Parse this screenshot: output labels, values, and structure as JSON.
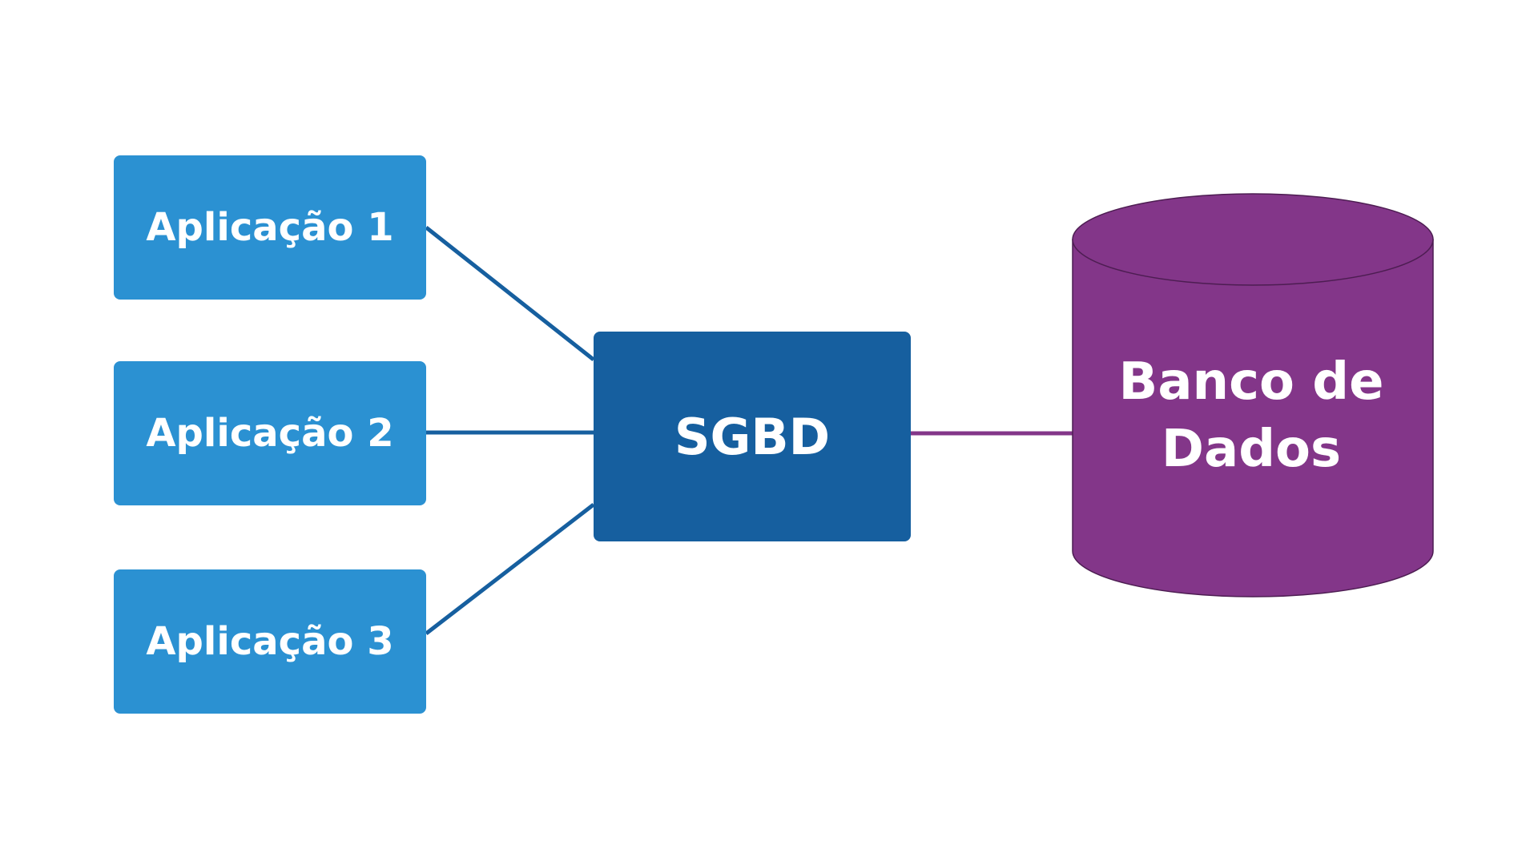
{
  "diagram": {
    "applications": [
      {
        "label": "Aplicação 1"
      },
      {
        "label": "Aplicação 2"
      },
      {
        "label": "Aplicação 3"
      }
    ],
    "sgbd": {
      "label": "SGBD"
    },
    "database": {
      "label_line1": "Banco de",
      "label_line2": "Dados"
    }
  },
  "colors": {
    "application_box": "#2b91d2",
    "sgbd_box": "#165f9f",
    "database_cylinder": "#833689",
    "blue_connector": "#165f9f",
    "purple_connector": "#833689",
    "text": "#ffffff"
  }
}
